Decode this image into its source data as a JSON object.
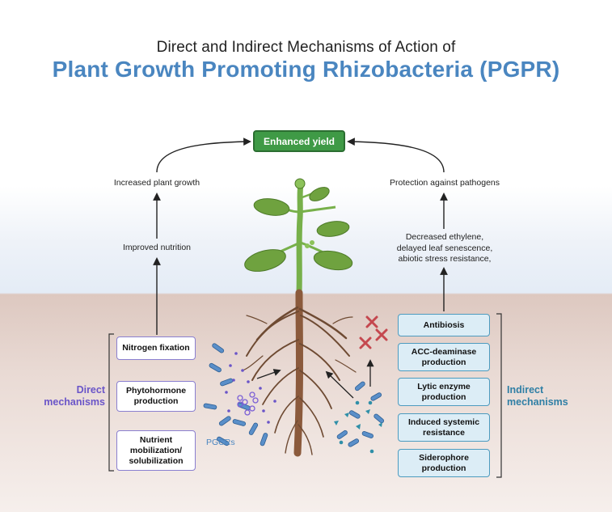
{
  "title": {
    "line1": "Direct and Indirect Mechanisms of Action of",
    "line2": "Plant Growth Promoting Rhizobacteria (PGPR)"
  },
  "outcome": {
    "label": "Enhanced yield"
  },
  "left_chain": {
    "top": "Increased plant growth",
    "middle": "Improved nutrition"
  },
  "right_chain": {
    "top": "Protection against pathogens",
    "middle_lines": [
      "Decreased ethylene,",
      "delayed leaf senescence,",
      "abiotic stress resistance,"
    ]
  },
  "direct": {
    "heading_lines": [
      "Direct",
      "mechanisms"
    ],
    "boxes": [
      {
        "lines": [
          "Nitrogen fixation"
        ]
      },
      {
        "lines": [
          "Phytohormone",
          "production"
        ]
      },
      {
        "lines": [
          "Nutrient",
          "mobilization/",
          "solubilization"
        ]
      }
    ],
    "molecule_label": "PGCRs"
  },
  "indirect": {
    "heading_lines": [
      "Indirect",
      "mechanisms"
    ],
    "boxes": [
      {
        "lines": [
          "Antibiosis"
        ]
      },
      {
        "lines": [
          "ACC-deaminase",
          "production"
        ]
      },
      {
        "lines": [
          "Lytic enzyme",
          "production"
        ]
      },
      {
        "lines": [
          "Induced systemic",
          "resistance"
        ]
      },
      {
        "lines": [
          "Siderophore",
          "production"
        ]
      }
    ]
  },
  "colors": {
    "yield_green": "#3f9a46",
    "direct_purple": "#6a55c8",
    "indirect_teal": "#2f7fa5",
    "title_blue": "#4a86c0",
    "bacteria_blue": "#5a8fc9",
    "pathogen_red": "#c0303a"
  }
}
